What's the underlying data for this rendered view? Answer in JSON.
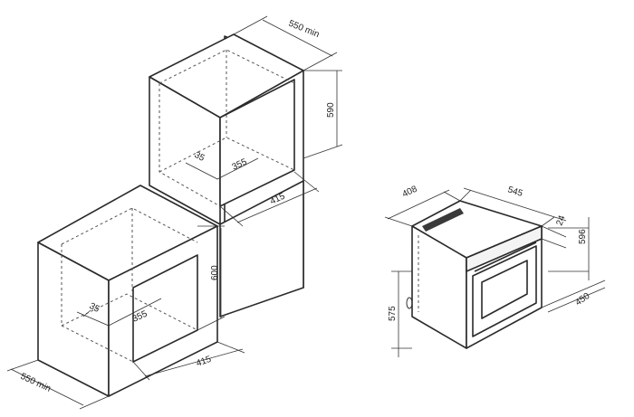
{
  "dimensions": {
    "column_depth": "550 min",
    "column_height": "590",
    "column_inner_depth": "35",
    "column_inner_width": "355",
    "column_width": "415",
    "base_height": "600",
    "base_inner_depth": "35",
    "base_inner_width": "355",
    "base_width": "415",
    "base_depth": "550 min",
    "oven_width": "408",
    "oven_depth": "545",
    "oven_panel": "24",
    "oven_height": "596",
    "oven_side": "450",
    "oven_body_height": "575"
  },
  "colors": {
    "line": "#2a2a2a",
    "background": "#ffffff"
  }
}
